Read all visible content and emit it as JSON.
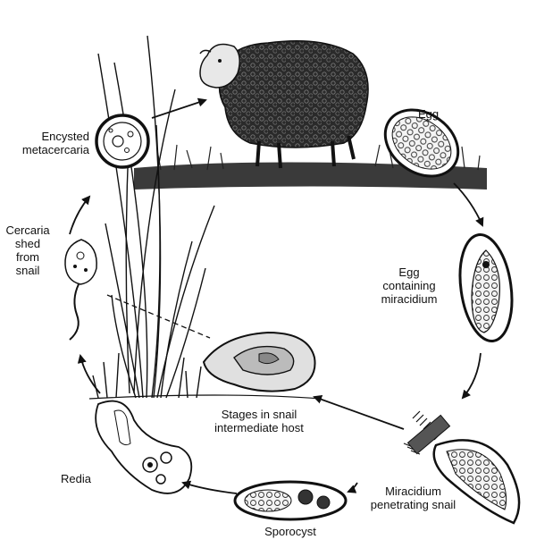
{
  "labels": {
    "egg": "Egg",
    "egg_miracidium": [
      "Egg",
      "containing",
      "miracidium"
    ],
    "miracidium": [
      "Miracidium",
      "penetrating snail"
    ],
    "sporocyst": "Sporocyst",
    "redia": "Redia",
    "cercaria": [
      "Cercaria",
      "shed",
      "from",
      "snail"
    ],
    "metacercaria": [
      "Encysted",
      "metacercaria"
    ],
    "snail_stages": [
      "Stages in snail",
      "intermediate host"
    ]
  }
}
